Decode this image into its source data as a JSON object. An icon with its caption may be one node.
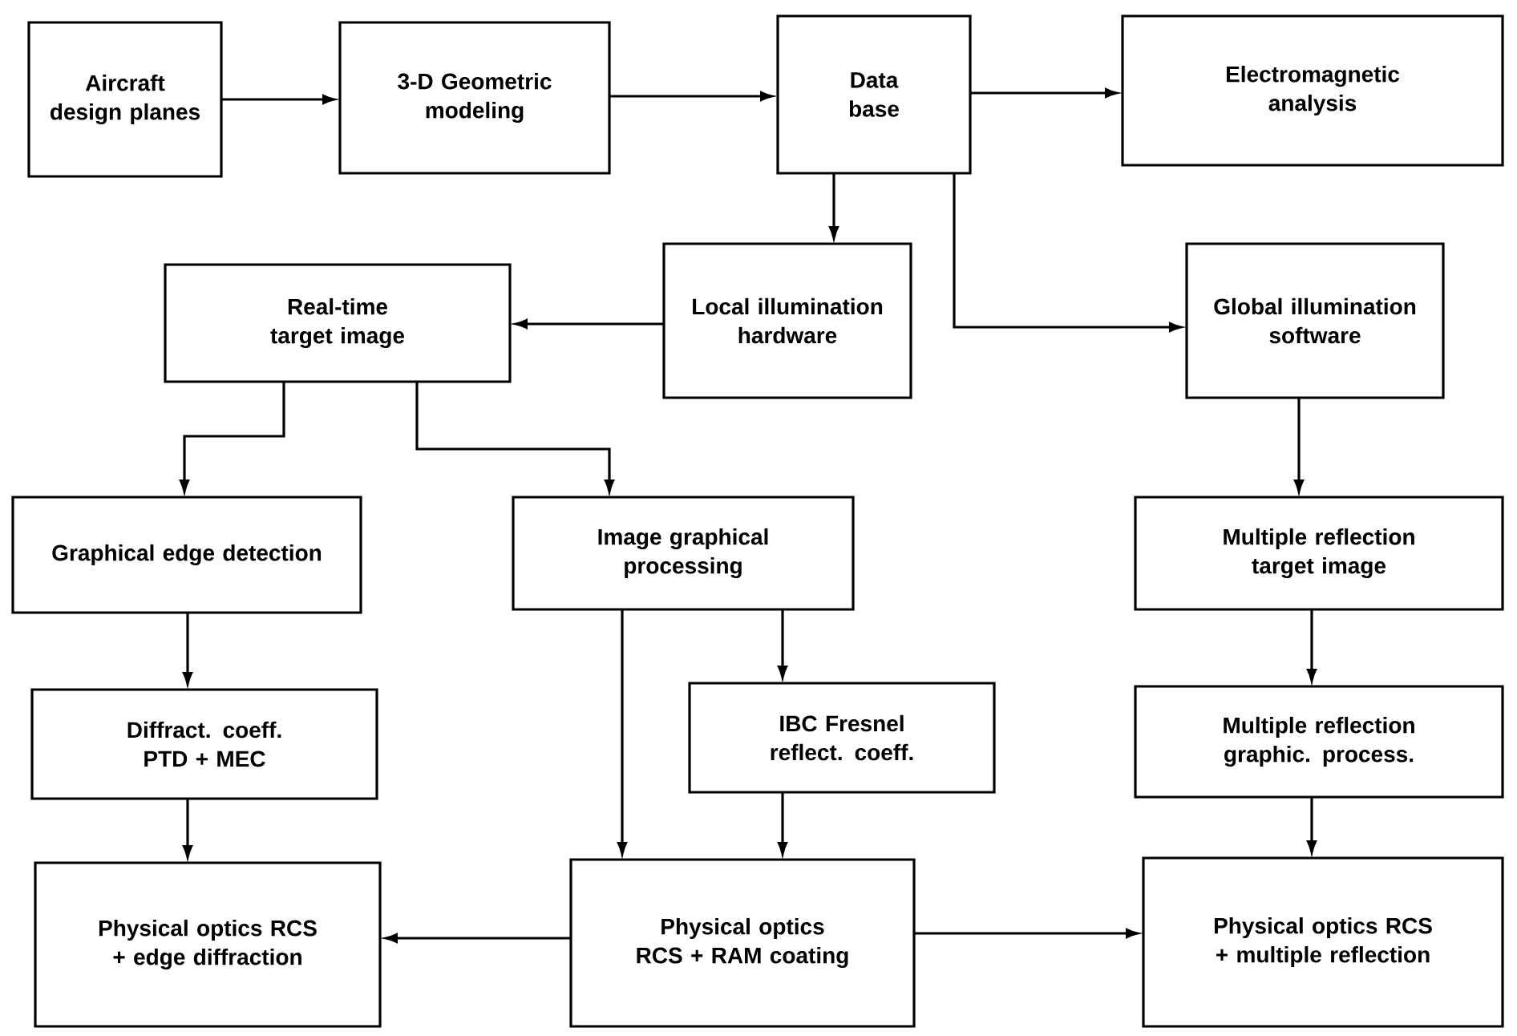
{
  "diagram": {
    "nodes": [
      {
        "text": [
          "Aircraft design planes"
        ]
      },
      {
        "text": [
          "3-D Geometric modeling"
        ]
      },
      {
        "text": [
          "Data base"
        ]
      },
      {
        "text": [
          "Electromagnetic analysis"
        ]
      },
      {
        "text": [
          "Local illumination hardware"
        ]
      },
      {
        "text": [
          "Real-time target image"
        ]
      },
      {
        "text": [
          "Global illumination software"
        ]
      },
      {
        "text": [
          "Graphical edge detection"
        ]
      },
      {
        "text": [
          "Image graphical processing"
        ]
      },
      {
        "text": [
          "Multiple reflection target image"
        ]
      },
      {
        "text": [
          "Diffract. coeff. PTD + MEC"
        ]
      },
      {
        "text": [
          "IBC Fresnel reflect. coeff."
        ]
      },
      {
        "text": [
          "Multiple reflection graphic. process."
        ]
      },
      {
        "text": [
          "Physical optics RCS + edge diffraction"
        ]
      },
      {
        "text": [
          "Physical optics RCS + RAM coating"
        ]
      },
      {
        "text": [
          "Physical optics RCS + multiple reflection"
        ]
      }
    ],
    "edges": [
      {
        "from": 0,
        "to": 1,
        "arrow": "to"
      },
      {
        "from": 1,
        "to": 2,
        "arrow": "to"
      },
      {
        "from": 2,
        "to": 3,
        "arrow": "to"
      },
      {
        "from": 2,
        "to": 4,
        "arrow": "to"
      },
      {
        "from": 2,
        "to": 6,
        "arrow": "to"
      },
      {
        "from": 4,
        "to": 5,
        "arrow": "to"
      },
      {
        "from": 5,
        "to": 7,
        "arrow": "to"
      },
      {
        "from": 5,
        "to": 8,
        "arrow": "to"
      },
      {
        "from": 6,
        "to": 9,
        "arrow": "to"
      },
      {
        "from": 7,
        "to": 10,
        "arrow": "to"
      },
      {
        "from": 8,
        "to": 14,
        "arrow": "to"
      },
      {
        "from": 8,
        "to": 11,
        "arrow": "to"
      },
      {
        "from": 9,
        "to": 12,
        "arrow": "to"
      },
      {
        "from": 10,
        "to": 13,
        "arrow": "to"
      },
      {
        "from": 11,
        "to": 14,
        "arrow": "to"
      },
      {
        "from": 12,
        "to": 15,
        "arrow": "to"
      },
      {
        "from": 14,
        "to": 13,
        "arrow": "to"
      },
      {
        "from": 14,
        "to": 15,
        "arrow": "to"
      }
    ]
  }
}
